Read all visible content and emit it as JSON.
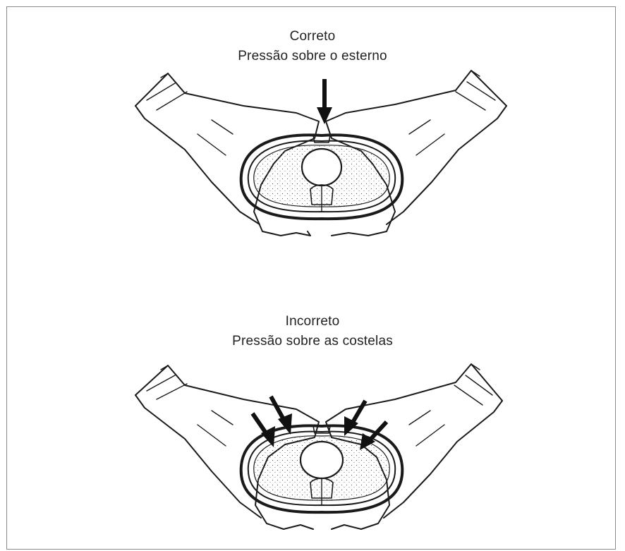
{
  "panels": [
    {
      "title": "Correto",
      "subtitle": "Pressão sobre o esterno",
      "status": "correct"
    },
    {
      "title": "Incorreto",
      "subtitle": "Pressão sobre as costelas",
      "status": "incorrect"
    }
  ],
  "colors": {
    "ink": "#1a1a1a",
    "stipple": "#555555",
    "border": "#8a8a8a"
  },
  "icons": {
    "pressure_arrow": "arrow-down-icon"
  }
}
